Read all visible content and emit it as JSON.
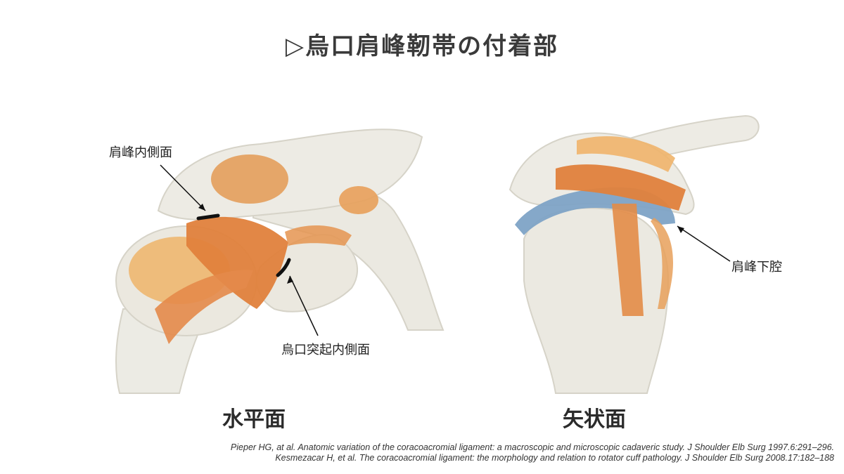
{
  "title": "▷烏口肩峰靭帯の付着部",
  "left_figure": {
    "caption": "水平面",
    "labels": {
      "acromion_medial": "肩峰内側面",
      "coracoid_medial": "烏口突起内側面"
    }
  },
  "right_figure": {
    "caption": "矢状面",
    "labels": {
      "subacromial_space": "肩峰下腔"
    }
  },
  "references": [
    "Pieper HG, at al. Anatomic variation of the coracoacromial ligament: a macroscopic and microscopic cadaveric study. J Shoulder Elb Surg 1997.6:291–296.",
    "Kesmezacar H, et al. The coracoacromial ligament: the morphology and relation to rotator cuff pathology. J Shoulder Elb Surg 2008.17:182–188"
  ],
  "colors": {
    "bone": "#ecebe4",
    "ligament": "#e0813c",
    "cartilage": "#efb46a",
    "bursa": "#7ea3c6",
    "marker": "#111111"
  }
}
